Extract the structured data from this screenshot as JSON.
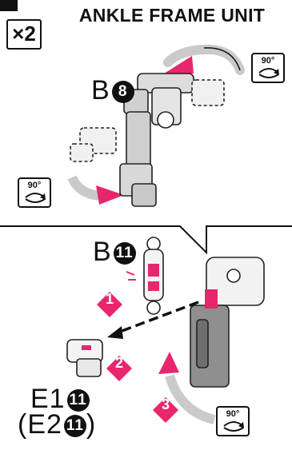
{
  "header": {
    "quantity": "×2",
    "title": "ANKLE FRAME UNIT"
  },
  "panel_top": {
    "part": {
      "letter": "B",
      "number": "8"
    },
    "rotate_right": {
      "degrees": "90°"
    },
    "rotate_left": {
      "degrees": "90°"
    }
  },
  "panel_bottom": {
    "part_main": {
      "letter": "B",
      "number": "11"
    },
    "part_e1": {
      "letter": "E1",
      "number": "11"
    },
    "part_e2": {
      "open": "(",
      "letter": "E2",
      "number": "11",
      "close": ")"
    },
    "steps": [
      "1",
      "2",
      "3"
    ],
    "rotate": {
      "degrees": "90°"
    }
  },
  "colors": {
    "accent": "#e8266e",
    "ink": "#111111",
    "gray": "#8a8a8a",
    "light": "#e6e6e6"
  }
}
